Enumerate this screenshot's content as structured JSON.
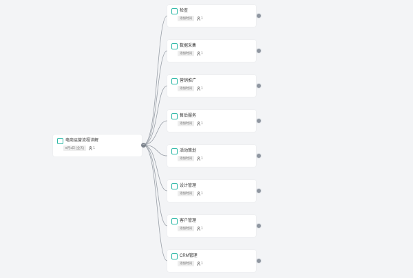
{
  "root": {
    "title": "电商运营流程详解",
    "date": "8月1日 (全天)",
    "assignee_count": "1"
  },
  "children": [
    {
      "title": "检查",
      "date": "添加时间",
      "assignee_count": "1"
    },
    {
      "title": "数据采集",
      "date": "添加时间",
      "assignee_count": "1"
    },
    {
      "title": "营销推广",
      "date": "添加时间",
      "assignee_count": "1"
    },
    {
      "title": "售后服务",
      "date": "添加时间",
      "assignee_count": "1"
    },
    {
      "title": "活动策划",
      "date": "添加时间",
      "assignee_count": "1"
    },
    {
      "title": "设计管理",
      "date": "添加时间",
      "assignee_count": "1"
    },
    {
      "title": "客户管理",
      "date": "添加时间",
      "assignee_count": "1"
    },
    {
      "title": "CRM管理",
      "date": "添加时间",
      "assignee_count": "1"
    }
  ],
  "colors": {
    "checkbox": "#2bb8a6",
    "connector": "#9aa0a8",
    "background": "#f3f4f6"
  },
  "icons": [
    "checkbox-icon",
    "user-icon",
    "expand-icon",
    "collapse-icon"
  ]
}
